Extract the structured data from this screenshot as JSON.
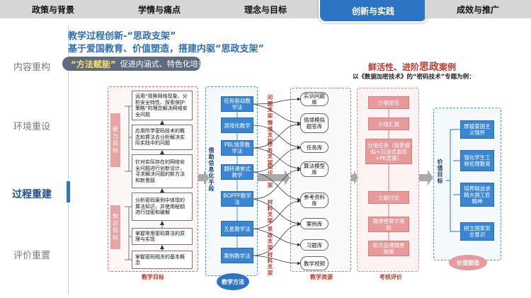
{
  "tabs": [
    {
      "label": "政策与背景"
    },
    {
      "label": "学情与痛点"
    },
    {
      "label": "理念与目标"
    },
    {
      "label": "创新与实践"
    },
    {
      "label": "成效与推广"
    }
  ],
  "nav": [
    {
      "label": "内容重构"
    },
    {
      "label": "环境重设"
    },
    {
      "label": "过程重建"
    },
    {
      "label": "评价重置"
    }
  ],
  "heading": {
    "line1": "教学过程创新-“思政支架”",
    "line2": "基于爱国教育、价值塑造，搭建内驱“思政支架”",
    "pill_bold": "“方法赋能”",
    "pill_text": "促进内涵式、特色化培养"
  },
  "case_heading": {
    "title_prefix": "鲜活性、进阶",
    "title_emph": "思政",
    "title_suffix": "案例",
    "subtitle": "以《数据加密技术》的“密码技术”专题为例："
  },
  "objectives": {
    "ability_label": "能力目标",
    "knowledge_label": "知识目标",
    "caption": "教学目标",
    "items": [
      "运用“观察网络现象、分析安全特性、探索保护策略”的理念解决网络安全问题",
      "应用所学密码技术的概念和算法去分析解决实际实践中的问题",
      "针对实际存在的网络安全问题进行创新设计，寻求解决问题的新方法和新思路",
      "分析密码案例中体现的算法知识，并使用秘钥进行加密和破解",
      "掌握常用密码算法的原理与实现",
      "掌握密码相关的基本概念"
    ]
  },
  "methods": {
    "side_label": "借助信息化手段",
    "ellipse_label": "教学方法",
    "items": [
      "任务驱动教学法",
      "游戏化教学",
      "PBL情景教学法",
      "翻转课堂式教学",
      "BOPPP教学法",
      "五星教学法",
      "案例教学法"
    ]
  },
  "scaffolds": [
    "问题支架",
    "情境支架",
    "任务支架",
    "知识支架",
    "材料支架",
    "思政支架",
    "材料支架"
  ],
  "resources": {
    "caption": "教学资源",
    "items": [
      "实训问题库",
      "情境模拟题答库",
      "任务库",
      "算法模型库",
      "参考资料库",
      "案例库",
      "习题库",
      "教学视频"
    ]
  },
  "assessment": {
    "caption": "考核评价",
    "items": [
      "方案报告",
      "小组汇报",
      "分组任务（情景模拟+沉浸式游戏+PK竞赛）",
      "主题讨论",
      "雨课堂章节测验",
      "希沃品课随堂抽测"
    ]
  },
  "values": {
    "side_label": "价值目标",
    "ellipse_label": "价值塑造",
    "items": [
      "厚植爱国主义情怀",
      "强化学生工程伦理教育",
      "培养精益求精大国工匠精神",
      "树立国家安全意识"
    ]
  },
  "colors": {
    "accent": "#2e74c4",
    "emphasis": "#c0392b",
    "tab_bg": "#d6d6d6"
  }
}
